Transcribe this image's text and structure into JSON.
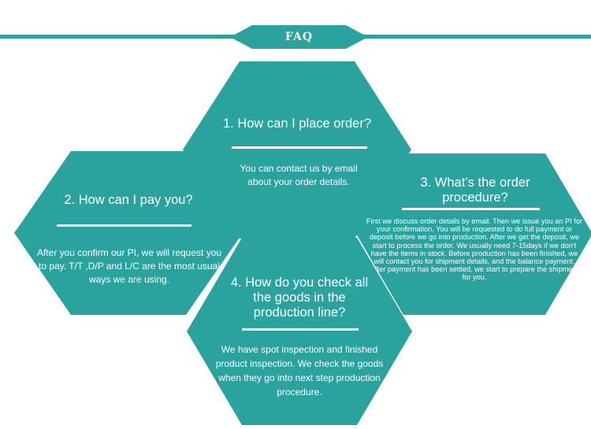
{
  "header": {
    "title": "FAQ"
  },
  "colors": {
    "teal": "#2aa39f",
    "white": "#ffffff"
  },
  "faq": [
    {
      "question": "1. How can I place order?",
      "answer": "You can contact us by email about your order details."
    },
    {
      "question": "2. How can I pay you?",
      "answer": "After you confirm our PI, we will request you to pay. T/T ,D/P and L/C are the most usual ways we are using."
    },
    {
      "question": "3. What’s the order procedure?",
      "answer": "First we discuss order details by email. Then we issue you an PI for your confirmation. You will be requested to do full payment or deposit before we go into production. After we get the deposit, we start to process the order. We usually need 7-15days if we don't have the items in stock. Before production has been finished, we will contact you for shipment details, and the balance payment. After payment has been settled, we start to prepare the shipment for you."
    },
    {
      "question": "4. How do you check all the goods in the production line?",
      "answer": "We have spot inspection and finished product inspection. We check the goods when they go into next step production procedure."
    }
  ]
}
